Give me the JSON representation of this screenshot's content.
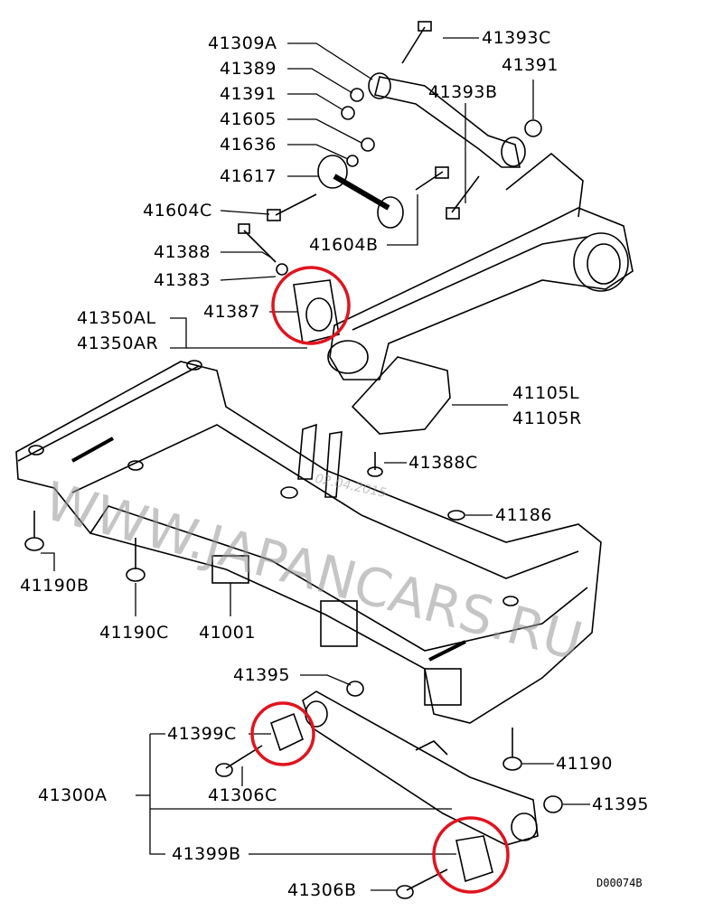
{
  "diagram_code": "D00074B",
  "watermark": {
    "site": "WWW.JAPANCARS.RU",
    "date": "02.04.2015"
  },
  "highlight_color": "#e0141e",
  "parts": [
    {
      "id": "p1",
      "number": "41309A"
    },
    {
      "id": "p2",
      "number": "41393C"
    },
    {
      "id": "p3",
      "number": "41389"
    },
    {
      "id": "p4",
      "number": "41391"
    },
    {
      "id": "p5",
      "number": "41391"
    },
    {
      "id": "p6",
      "number": "41393B"
    },
    {
      "id": "p7",
      "number": "41605"
    },
    {
      "id": "p8",
      "number": "41636"
    },
    {
      "id": "p9",
      "number": "41617"
    },
    {
      "id": "p10",
      "number": "41604C"
    },
    {
      "id": "p11",
      "number": "41604B"
    },
    {
      "id": "p12",
      "number": "41388"
    },
    {
      "id": "p13",
      "number": "41383"
    },
    {
      "id": "p14",
      "number": "41387"
    },
    {
      "id": "p15",
      "number": "41350AL"
    },
    {
      "id": "p16",
      "number": "41350AR"
    },
    {
      "id": "p17",
      "number": "41105L"
    },
    {
      "id": "p18",
      "number": "41105R"
    },
    {
      "id": "p19",
      "number": "41388C"
    },
    {
      "id": "p20",
      "number": "41186"
    },
    {
      "id": "p21",
      "number": "41190B"
    },
    {
      "id": "p22",
      "number": "41190C"
    },
    {
      "id": "p23",
      "number": "41001"
    },
    {
      "id": "p24",
      "number": "41395"
    },
    {
      "id": "p25",
      "number": "41399C"
    },
    {
      "id": "p26",
      "number": "41300A"
    },
    {
      "id": "p27",
      "number": "41306C"
    },
    {
      "id": "p28",
      "number": "41190"
    },
    {
      "id": "p29",
      "number": "41395"
    },
    {
      "id": "p30",
      "number": "41399B"
    },
    {
      "id": "p31",
      "number": "41306B"
    }
  ]
}
